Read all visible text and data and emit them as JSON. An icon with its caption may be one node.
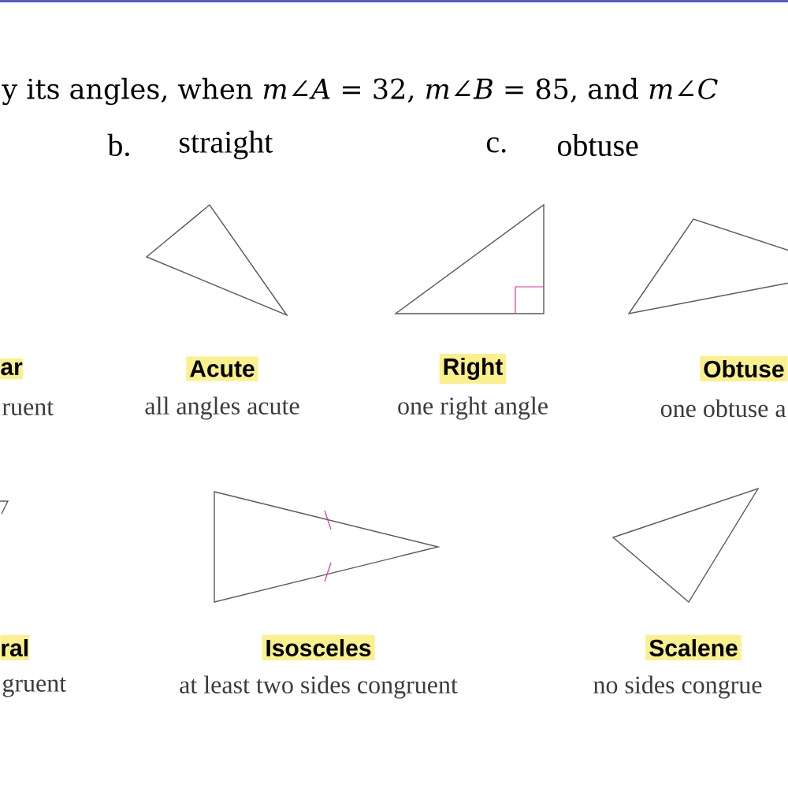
{
  "diagram": {
    "nodes": [
      {
        "text": [],
        "shape": "triangle",
        "beside": [
          "Acute",
          "all angles acute"
        ]
      },
      {
        "text": [],
        "shape": "triangle",
        "beside": [
          "Right",
          "one right angle"
        ]
      },
      {
        "text": [],
        "shape": "triangle",
        "beside": [
          "Obtuse",
          "one obtuse a"
        ]
      },
      {
        "text": [],
        "shape": "triangle",
        "beside": [
          "Isosceles",
          "at least two sides congruent"
        ]
      },
      {
        "text": [],
        "shape": "triangle",
        "beside": [
          "Scalene",
          "no sides congrue"
        ]
      }
    ],
    "labels": [
      "y its angles, when *m*∠*A* = 32, *m*∠*B* = 85, and *m*∠*C*",
      "b.",
      "straight",
      "c.",
      "obtuse",
      "ar",
      "ruent",
      "ral",
      "gruent"
    ]
  }
}
